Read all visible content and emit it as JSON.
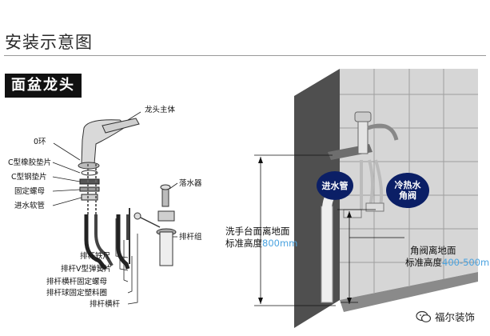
{
  "header": {
    "title": "安装示意图"
  },
  "section": {
    "title": "面盆龙头"
  },
  "faucet_labels": {
    "main_body": "龙头主体",
    "o_ring": "0环",
    "c_rubber_gasket": "C型橡胶垫片",
    "c_steel_gasket": "C型钢垫片",
    "fixing_nut": "固定螺母",
    "inlet_hose": "进水软管",
    "drain_stopper": "落水器",
    "drain_assembly": "排杆组",
    "rod_iron_ruler": "排杆铁尺",
    "rod_v_spring": "排杆V型弹簧片",
    "rod_nut": "排杆横杆固定螺母",
    "rod_ball_ring": "排杆球固定塑料圈",
    "rod_crossbar": "排杆横杆"
  },
  "install_labels": {
    "inlet_pipe": "进水管",
    "hot_cold_valve": "冷热水角阀",
    "counter_height": "洗手台面离地面",
    "counter_std_prefix": "标准高度",
    "counter_std_value": "800mm",
    "valve_height": "角阀离地面",
    "valve_std_prefix": "标准高度",
    "valve_std_value": "400-500mm"
  },
  "watermark": {
    "text": "福尔装饰",
    "icon": "wechat-icon"
  },
  "colors": {
    "accent": "#4aa3e0",
    "bubble": "#0b1f66"
  }
}
